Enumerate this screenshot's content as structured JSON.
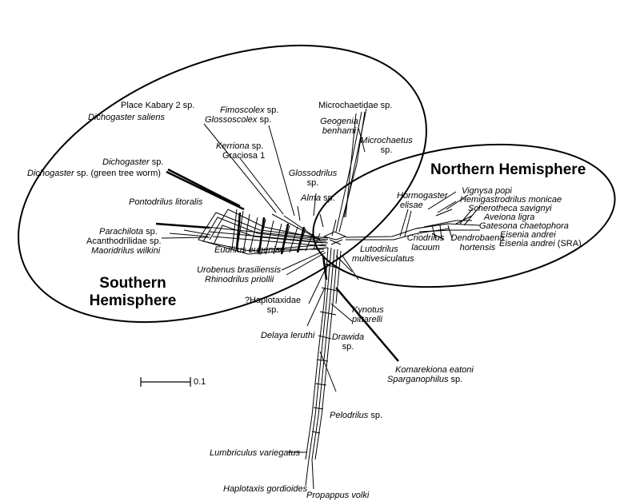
{
  "regions": {
    "southern": [
      "Southern",
      "Hemisphere"
    ],
    "northern": "Northern Hemisphere"
  },
  "scale": {
    "value": "0.1"
  },
  "taxa": {
    "place_kabary": "Place Kabary 2 sp.",
    "dichogaster_saliens": "Dichogaster saliens",
    "fimoscolex": "Fimoscolex sp.",
    "glossoscolex": "Glossoscolex sp.",
    "microchaetidae": "Microchaetidae sp.",
    "geogenia": [
      "Geogenia",
      "benhami"
    ],
    "microchaetus": [
      "Microchaetus",
      "sp."
    ],
    "kerriona": "Kerriona sp.",
    "graciosa": "Graciosa 1",
    "dichogaster_sp": "Dichogaster sp.",
    "dichogaster_gtw": [
      "Dichogaster",
      " sp. (green tree worm)"
    ],
    "glossodrilus": [
      "Glossodrilus",
      "sp."
    ],
    "alma": "Alma sp.",
    "pontodrilus": "Pontodrilus litoralis",
    "parachilota": "Parachilota sp.",
    "acanthodrilidae": "Acanthodrilidae sp.",
    "maoridrilus": "Maoridrilus wilkini",
    "eudrilus": "Eudrilus eugeniae",
    "urobenus": "Urobenus brasiliensis",
    "rhinodrilus": "Rhinodrilus priollii",
    "haplotaxidae": [
      "?Haplotaxidae",
      "sp."
    ],
    "delaya": "Delaya leruthi",
    "drawida": [
      "Drawida",
      "sp."
    ],
    "kynotus": [
      "Kynotus",
      "pittarelli"
    ],
    "komarekiona": "Komarekiona eatoni",
    "sparganophilus": "Sparganophilus sp.",
    "pelodrilus": "Pelodrilus sp.",
    "lumbriculus": "Lumbriculus variegatus",
    "haplotaxis": "Haplotaxis gordioides",
    "propappus": "Propappus volki",
    "lutodrilus": [
      "Lutodrilus",
      "multivesiculatus"
    ],
    "hormogaster": [
      "Hormogaster",
      "elisae"
    ],
    "criodrilus": [
      "Criodrilus",
      "lacuum"
    ],
    "vignysa": "Vignysa popi",
    "hemigastrodrilus": "Hemigastrodrilus monicae",
    "scherotheca": "Scherotheca savignyi",
    "aveiona": "Aveiona ligra",
    "gatesona": "Gatesona chaetophora",
    "eisenia_andrei": "Eisenia andrei",
    "eisenia_andrei_sra": [
      "Eisenia andrei",
      " (SRA)"
    ],
    "dendrobaena": [
      "Dendrobaena",
      "hortensis"
    ]
  }
}
